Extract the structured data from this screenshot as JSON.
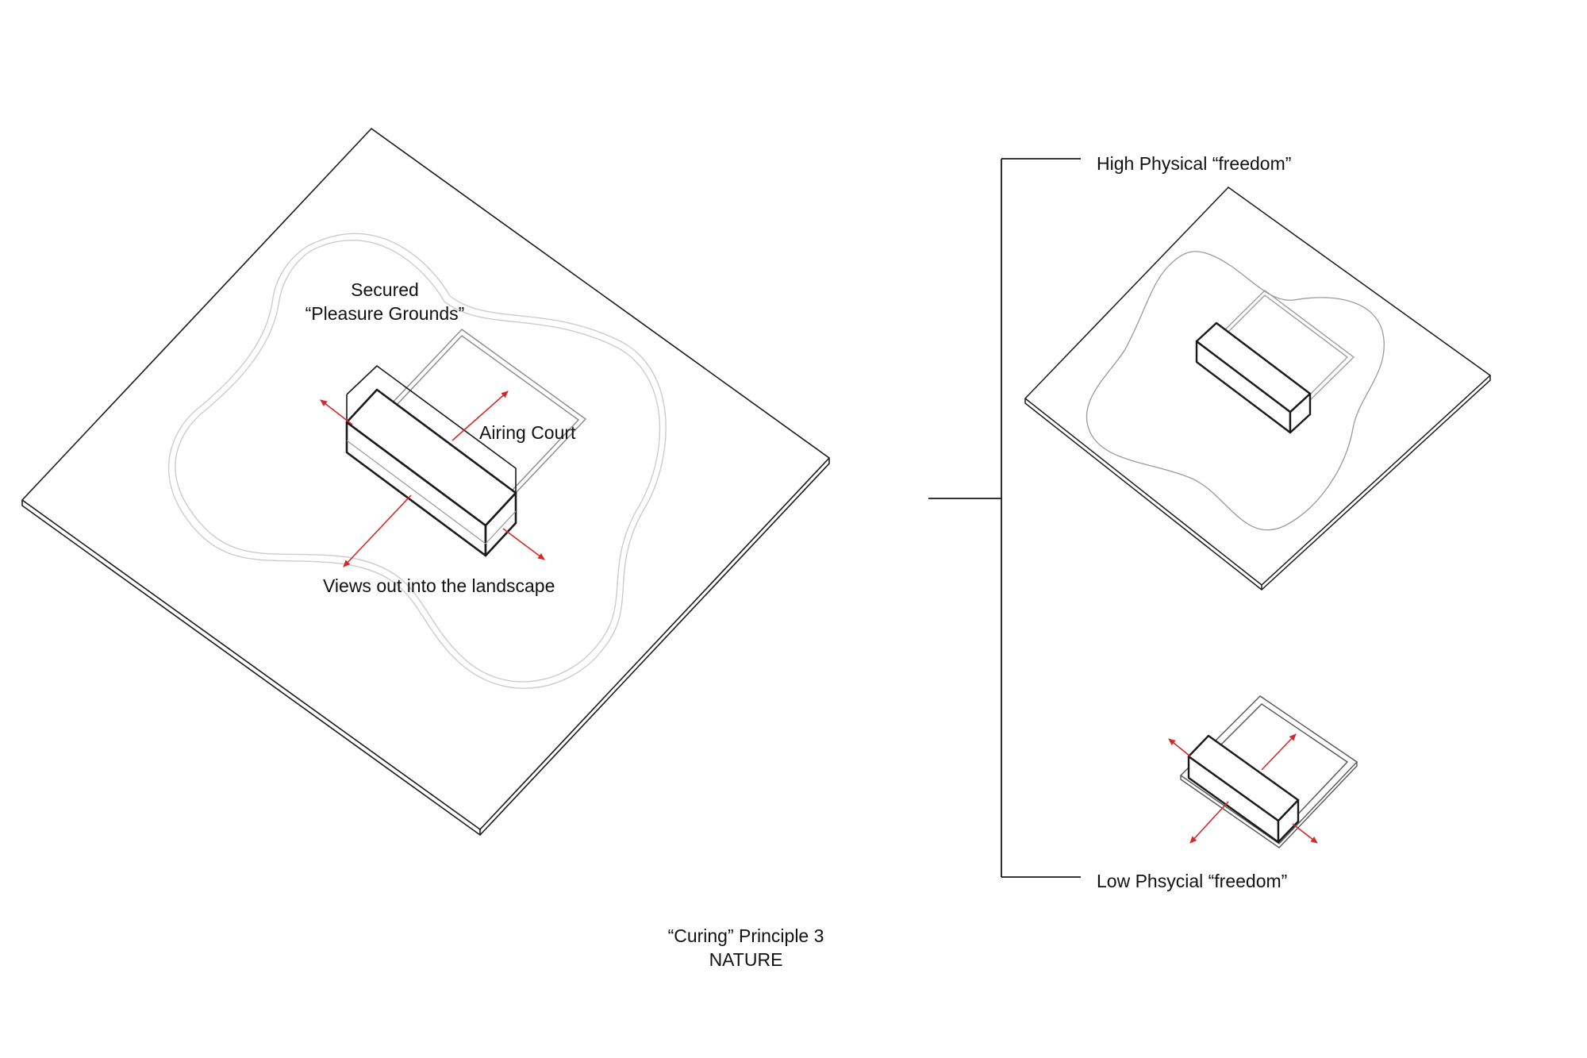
{
  "labels": {
    "secured_line1": "Secured",
    "secured_line2": "“Pleasure Grounds”",
    "airing_court": "Airing Court",
    "views_out": "Views out into the landscape",
    "high_freedom": "High Physical “freedom”",
    "low_freedom": "Low Phsycial “freedom”",
    "caption_line1": "“Curing” Principle 3",
    "caption_line2": "NATURE"
  },
  "colors": {
    "line": "#1a1a1a",
    "light_line": "#c8c8c8",
    "arrow": "#d42a2a",
    "background": "#ffffff"
  }
}
